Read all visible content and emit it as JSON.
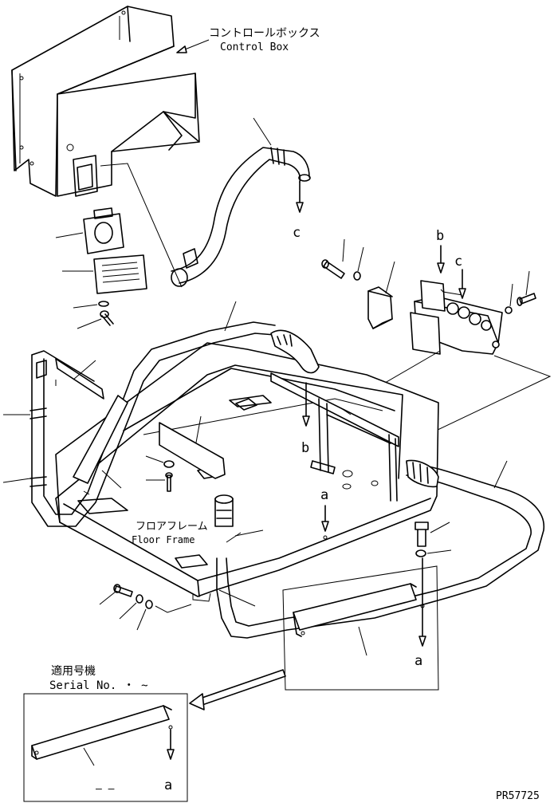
{
  "labels": {
    "control_box_jp": "コントロールボックス",
    "control_box_en": "Control Box",
    "floor_frame_jp": "フロアフレーム",
    "floor_frame_en": "Floor Frame",
    "serial_jp": "適用号機",
    "serial_en": "Serial No.  ・ ~",
    "ref_a": "a",
    "ref_b": "b",
    "ref_c": "c",
    "detail_part_no": "– –",
    "drawing_no": "PR57725"
  }
}
